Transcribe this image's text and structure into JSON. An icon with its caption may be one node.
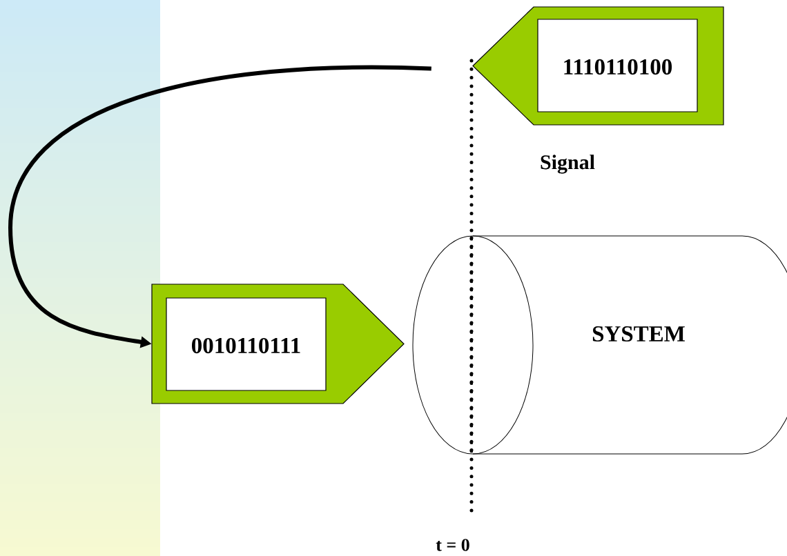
{
  "diagram": {
    "nodes": [
      {
        "text": [
          "1110110100"
        ]
      },
      {
        "text": [
          "0010110111"
        ]
      },
      {
        "text": [
          "SYSTEM"
        ]
      }
    ],
    "edges": [
      {
        "from": 0,
        "to": 1,
        "arrow": "to"
      }
    ],
    "labels": [
      "Signal",
      "t = 0"
    ]
  }
}
